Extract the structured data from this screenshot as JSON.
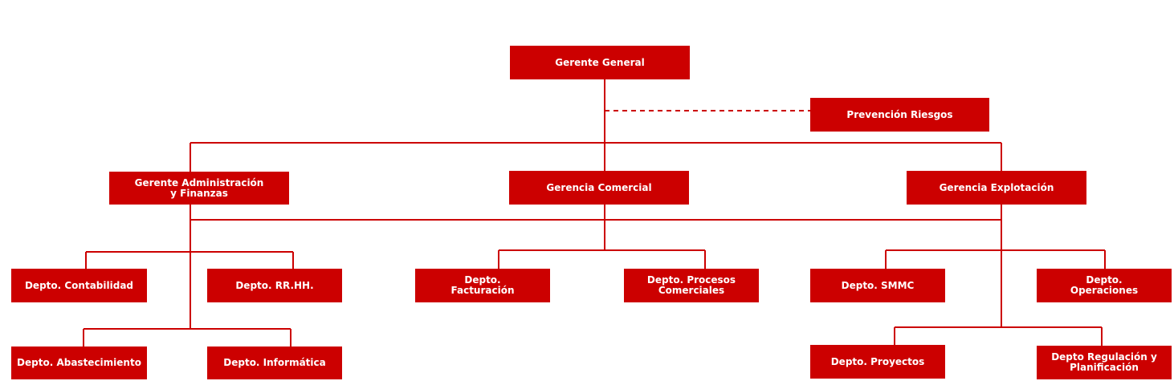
{
  "org_chart": {
    "theme": {
      "box_color": "#cc0000",
      "line_color": "#cc0000",
      "text_color": "#ffffff"
    },
    "nodes": {
      "gerente_general": "Gerente General",
      "prevencion_riesgos": "Prevención Riesgos",
      "gerente_admin": "Gerente Administración y Finanzas",
      "gerencia_comercial": "Gerencia Comercial",
      "gerencia_explotacion": "Gerencia Explotación",
      "depto_contabilidad": "Depto. Contabilidad",
      "depto_rrhh": "Depto. RR.HH.",
      "depto_facturacion": "Depto. Facturación",
      "depto_procesos": "Depto. Procesos Comerciales",
      "depto_smmc": "Depto. SMMC",
      "depto_operaciones": "Depto. Operaciones",
      "depto_abastecimiento": "Depto. Abastecimiento",
      "depto_informatica": "Depto. Informática",
      "depto_proyectos": "Depto. Proyectos",
      "depto_regulacion": "Depto Regulación y Planificación"
    }
  }
}
